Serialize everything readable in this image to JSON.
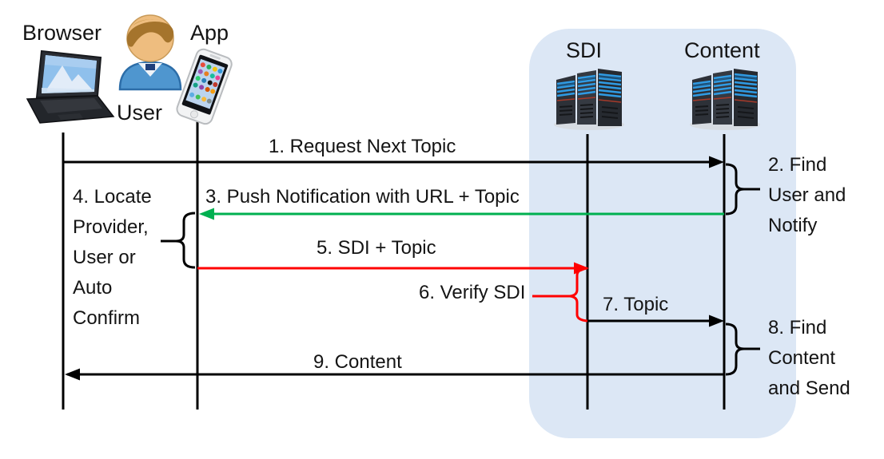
{
  "actors": {
    "browser": "Browser",
    "user": "User",
    "app": "App",
    "sdi": "SDI",
    "content": "Content"
  },
  "messages": {
    "m1": "1. Request Next Topic",
    "m3": "3. Push Notification with URL + Topic",
    "m5": "5. SDI + Topic",
    "m6": "6. Verify SDI",
    "m7": "7. Topic",
    "m9": "9. Content"
  },
  "notes": {
    "note2": {
      "lines": [
        "2. Find",
        "User and",
        "Notify"
      ]
    },
    "note4": {
      "lines": [
        "4. Locate",
        "Provider,",
        "User or",
        "Auto",
        "Confirm"
      ]
    },
    "note8": {
      "lines": [
        "8. Find",
        "Content",
        "and Send"
      ]
    }
  },
  "colors": {
    "arrow_green": "#00B050",
    "arrow_red": "#FF0000",
    "line_black": "#000000",
    "panel_blue": "#DCE7F5"
  }
}
